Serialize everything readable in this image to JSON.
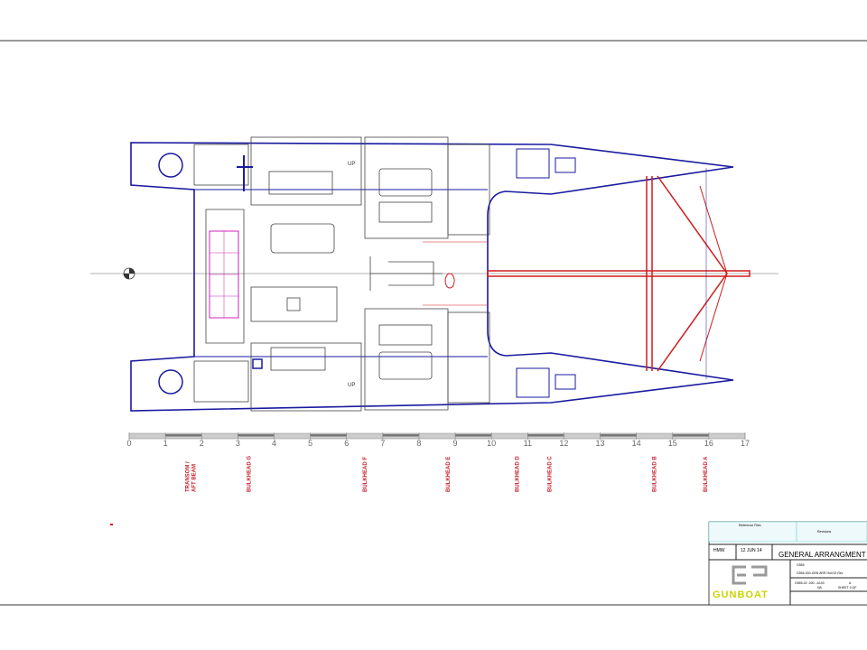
{
  "drawing": {
    "scale_ticks": [
      "0",
      "1",
      "2",
      "3",
      "4",
      "5",
      "6",
      "7",
      "8",
      "9",
      "10",
      "11",
      "12",
      "13",
      "14",
      "15",
      "16",
      "17"
    ],
    "bulkheads": [
      {
        "label": "TRANSOM / AFT BEAM",
        "lines": [
          "TRANSOM /",
          "AFT BEAM"
        ],
        "position_m": 1.7
      },
      {
        "label": "BULKHEAD G",
        "lines": [
          "BULKHEAD G"
        ],
        "position_m": 3.3
      },
      {
        "label": "BULKHEAD F",
        "lines": [
          "BULKHEAD F"
        ],
        "position_m": 6.5
      },
      {
        "label": "BULKHEAD E",
        "lines": [
          "BULKHEAD E"
        ],
        "position_m": 8.8
      },
      {
        "label": "BULKHEAD D",
        "lines": [
          "BULKHEAD D"
        ],
        "position_m": 10.7
      },
      {
        "label": "BULKHEAD C",
        "lines": [
          "BULKHEAD C"
        ],
        "position_m": 11.6
      },
      {
        "label": "BULKHEAD B",
        "lines": [
          "BULKHEAD B"
        ],
        "position_m": 14.5
      },
      {
        "label": "BULKHEAD A",
        "lines": [
          "BULKHEAD A"
        ],
        "position_m": 15.9
      }
    ],
    "up_labels": [
      "UP",
      "UP"
    ],
    "colors": {
      "hull": "#1a1aa0",
      "structure": "#d01c1c",
      "interior": "#444444",
      "accent": "#d020c0"
    }
  },
  "title_block": {
    "reference_header": "Reference Files",
    "revisions_header": "Revisions",
    "drawn_by": "HMW",
    "date": "12 JUN 14",
    "title": "GENERAL ARRANGMENT",
    "project": "G555",
    "file_name": "G555-000-GEN ARR Hull 02 Rev",
    "drawing_no": "G555-02 -000 - A100",
    "rev": "A",
    "scale": "NA",
    "sheet": "SHEET 3 OF",
    "logo_text": "GUNBOAT",
    "logo_color": "#c8d400"
  }
}
